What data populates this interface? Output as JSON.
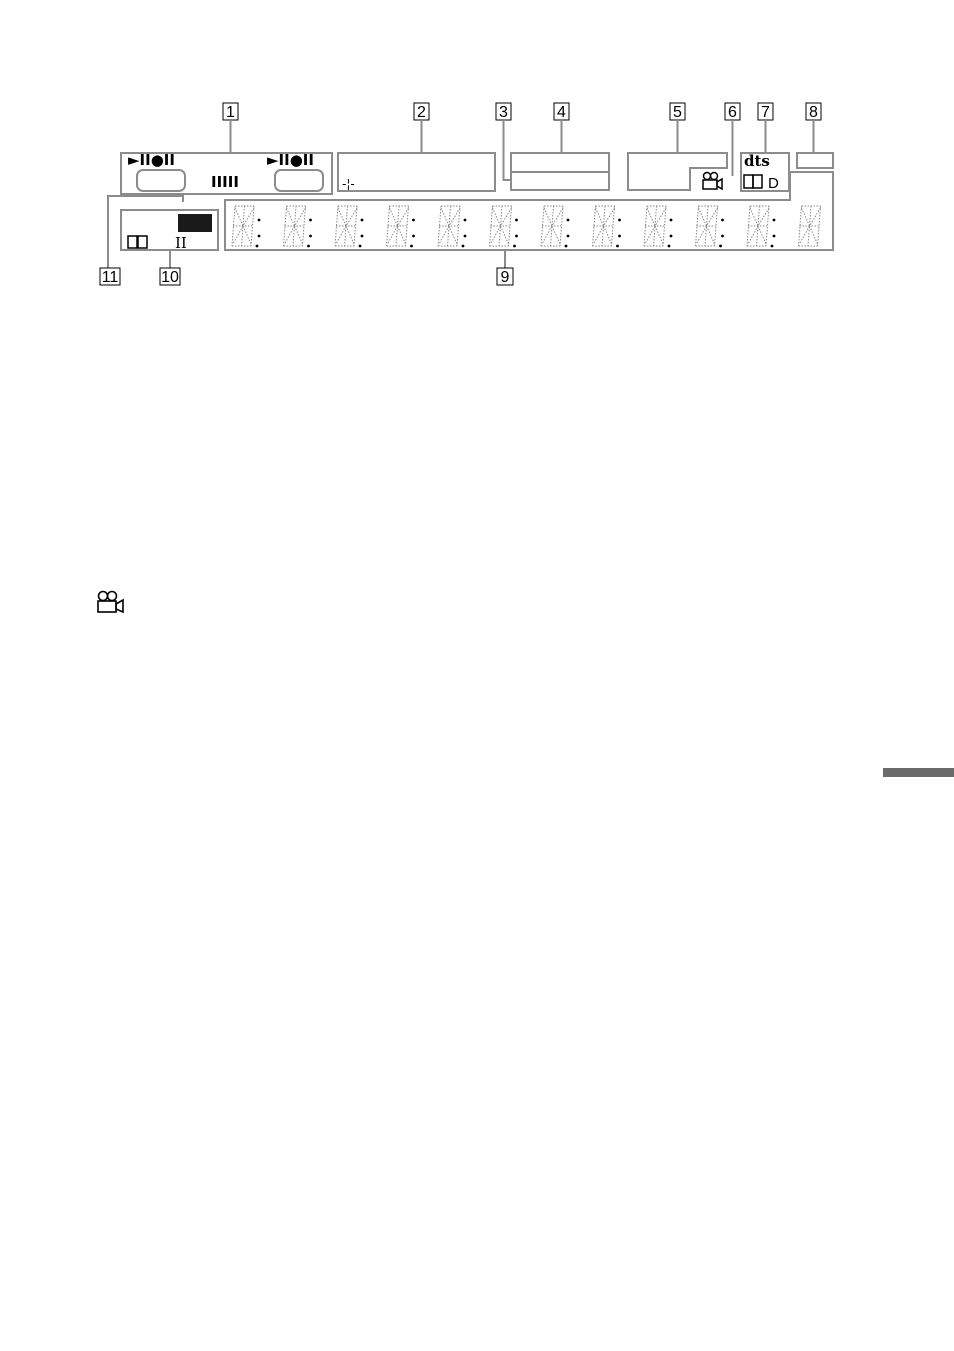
{
  "callouts": [
    "1",
    "2",
    "3",
    "4",
    "5",
    "6",
    "7",
    "8",
    "9",
    "10",
    "11"
  ],
  "display": {
    "tape_status_symbol": "►II●II",
    "level_bars": "IIIII",
    "tuner_symbol": "-¦-",
    "dts_logo": "dts",
    "dolby_digital_logo_D": "D",
    "prologic_roman": "II",
    "colors": {
      "frame": "#8c8c8c",
      "text": "#000000",
      "side_tab": "#6a6a6a"
    }
  },
  "icons": [
    "tape-transport-icon",
    "dolby-icon",
    "camera-icon",
    "dts-logo-icon"
  ]
}
